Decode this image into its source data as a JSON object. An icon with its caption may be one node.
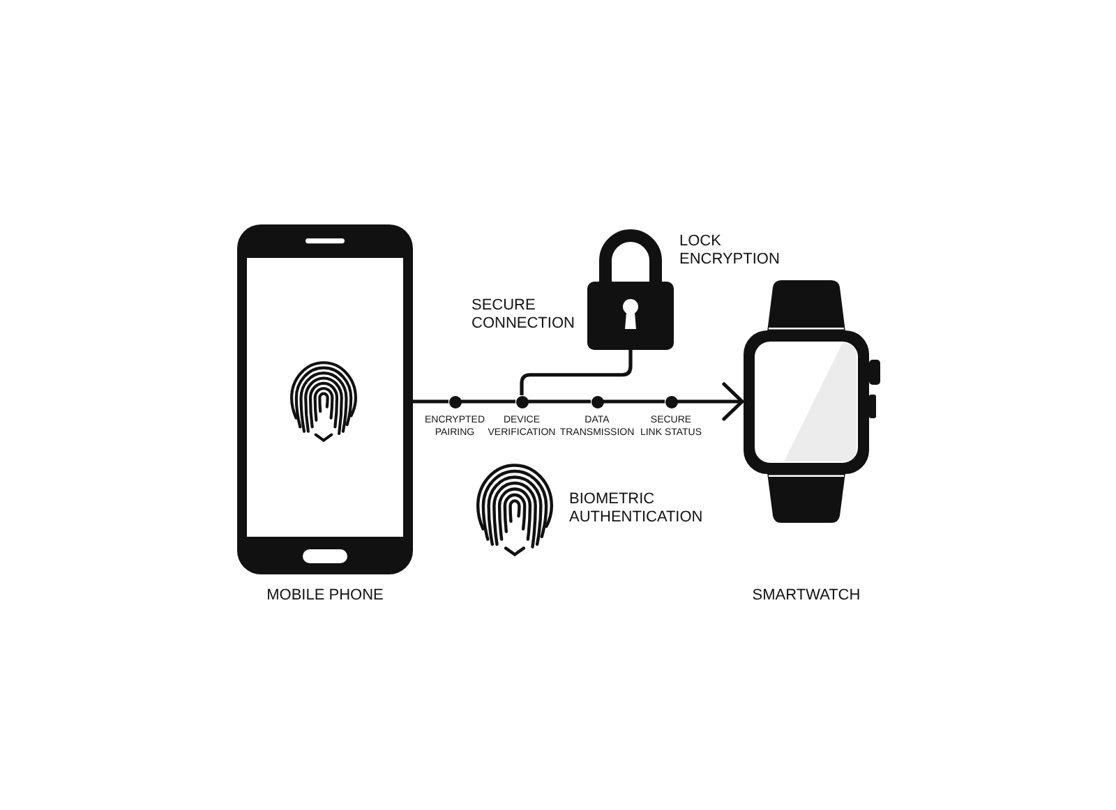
{
  "diagram": {
    "nodes": [
      {
        "text": [
          "MOBILE PHONE"
        ]
      },
      {
        "text": [],
        "shape": "picture",
        "beside": [
          "LOCK ENCRYPTION"
        ]
      },
      {
        "text": [],
        "shape": "circle",
        "beside": [
          "ENCRYPTED PAIRING"
        ]
      },
      {
        "text": [],
        "shape": "circle",
        "beside": [
          "DEVICE VERIFICATION"
        ]
      },
      {
        "text": [],
        "shape": "circle",
        "beside": [
          "DATA TRANSMISSION"
        ]
      },
      {
        "text": [],
        "shape": "circle",
        "beside": [
          "SECURE LINK STATUS"
        ]
      },
      {
        "text": [
          "SMARTWATCH"
        ]
      }
    ],
    "edges": [
      {
        "from": 0,
        "to": 2,
        "arrow": "none"
      },
      {
        "from": 2,
        "to": 3,
        "arrow": "none"
      },
      {
        "from": 3,
        "to": 4,
        "arrow": "none"
      },
      {
        "from": 4,
        "to": 5,
        "arrow": "none"
      },
      {
        "from": 5,
        "to": 6,
        "arrow": "to"
      },
      {
        "from": 1,
        "to": 3,
        "arrow": "none"
      }
    ],
    "labels": [
      "SECURE CONNECTION",
      "BIOMETRIC AUTHENTICATION"
    ]
  }
}
